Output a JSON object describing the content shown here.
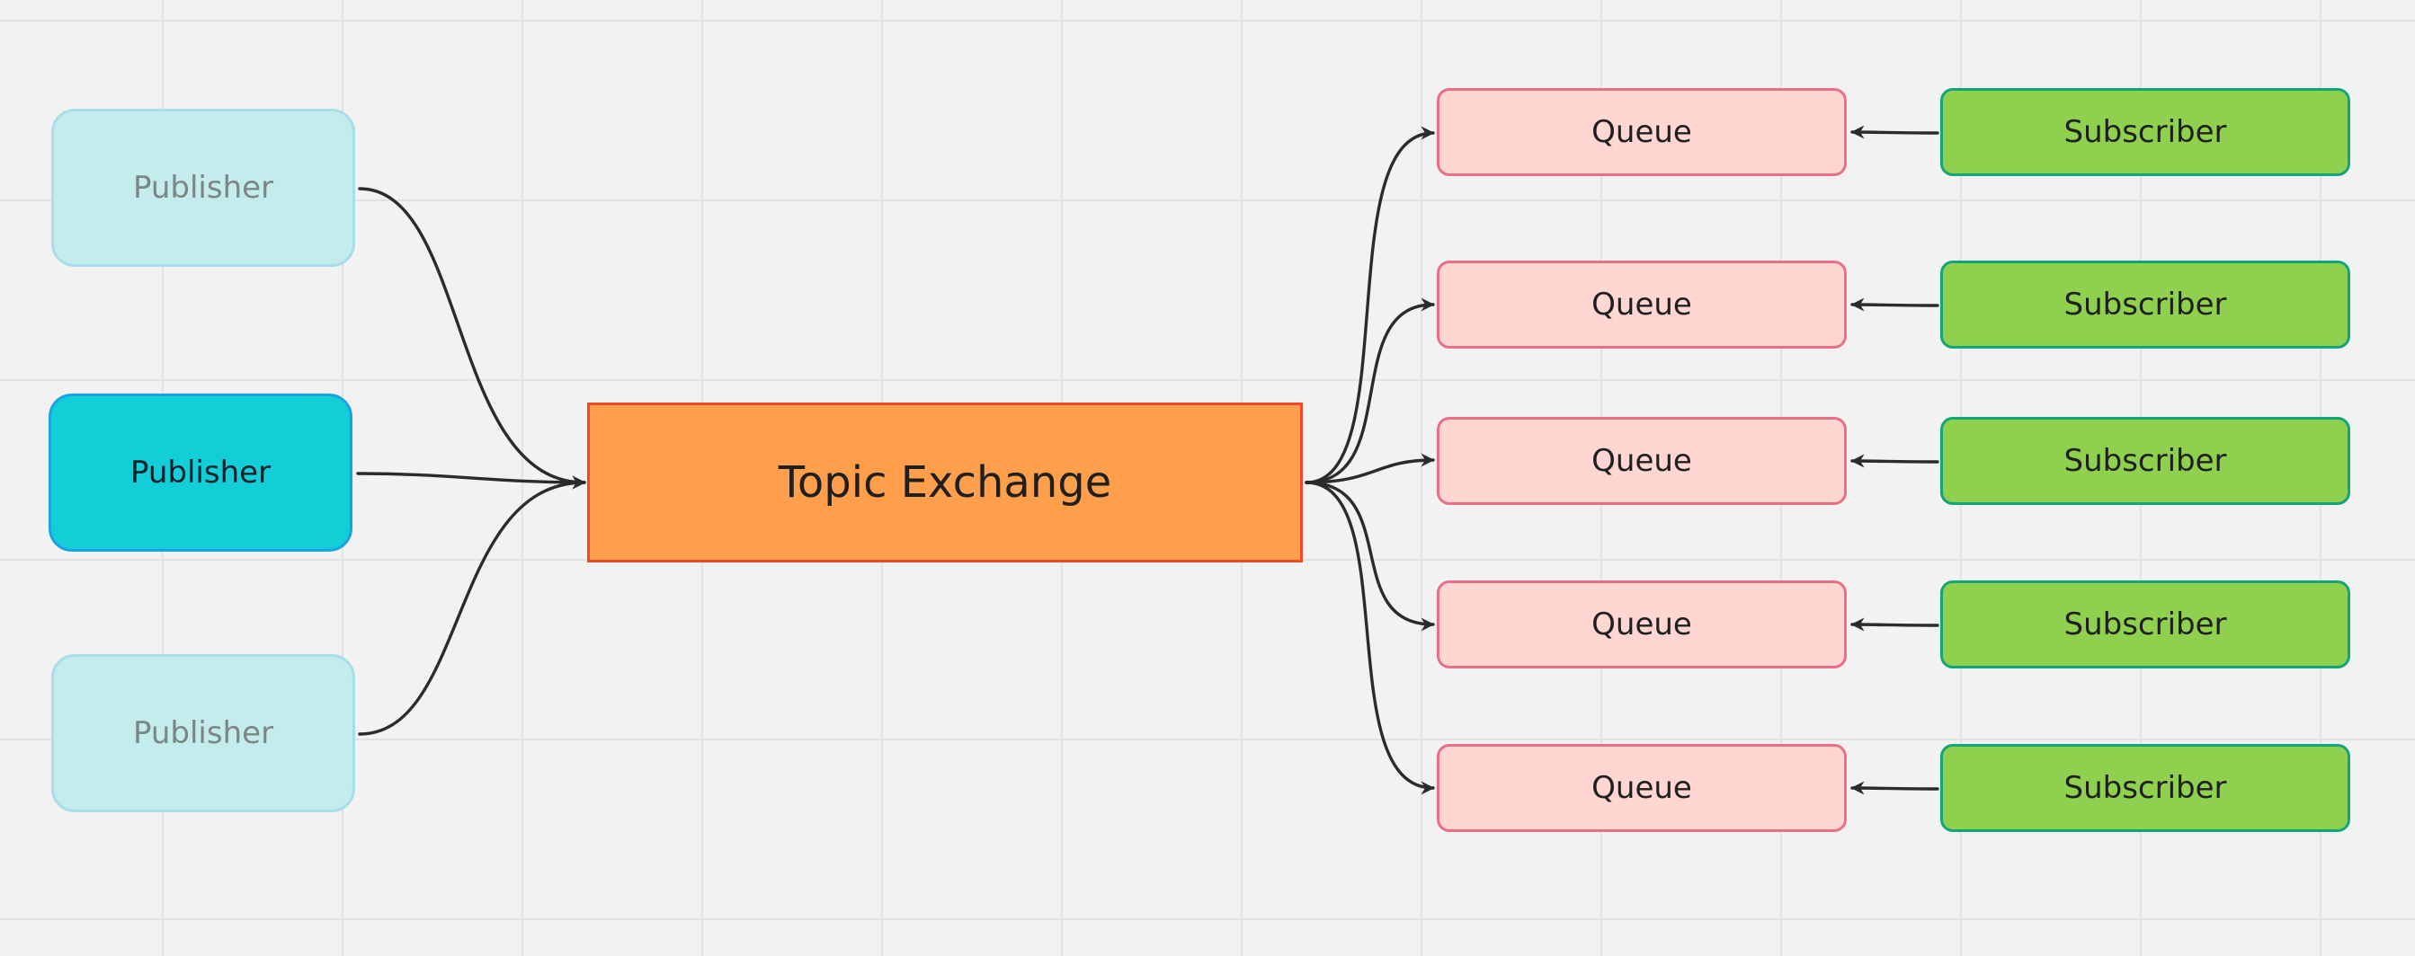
{
  "diagram": {
    "publishers": [
      {
        "label": "Publisher",
        "state": "faded"
      },
      {
        "label": "Publisher",
        "state": "active"
      },
      {
        "label": "Publisher",
        "state": "faded"
      }
    ],
    "exchange": {
      "label": "Topic Exchange"
    },
    "queues": [
      {
        "label": "Queue"
      },
      {
        "label": "Queue"
      },
      {
        "label": "Queue"
      },
      {
        "label": "Queue"
      },
      {
        "label": "Queue"
      }
    ],
    "subscribers": [
      {
        "label": "Subscriber"
      },
      {
        "label": "Subscriber"
      },
      {
        "label": "Subscriber"
      },
      {
        "label": "Subscriber"
      },
      {
        "label": "Subscriber"
      }
    ]
  },
  "colors": {
    "canvas_background": "#f2f2f2",
    "grid_line": "#e2e2e2",
    "publisher_fill": "#12ced7",
    "publisher_faded_fill": "#c5ecec",
    "exchange_fill": "#ff9f4c",
    "exchange_border": "#ec4a2a",
    "queue_fill": "#ffd6d1",
    "queue_border": "#ea6f86",
    "subscriber_fill": "#8fd14f",
    "subscriber_border": "#13a57a",
    "connector": "#2b2b2b"
  }
}
